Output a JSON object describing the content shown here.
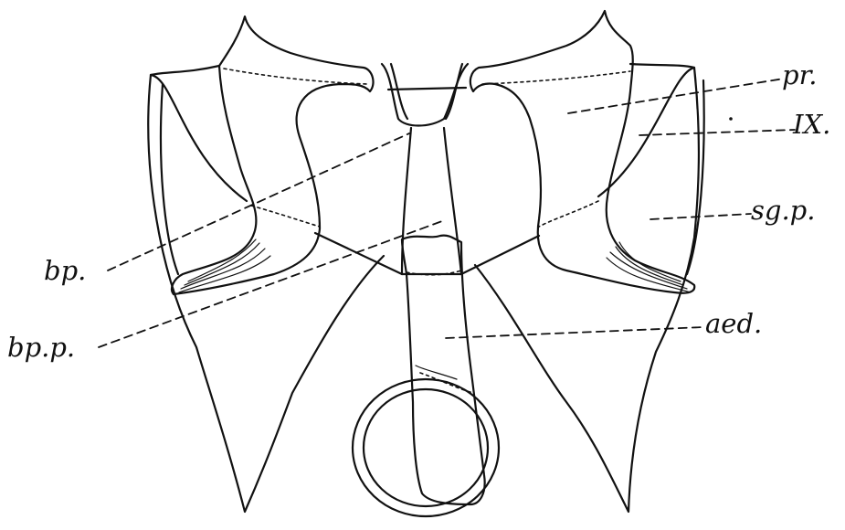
{
  "labels": {
    "pr": "pr.",
    "ix": "IX.",
    "sgp": "sg.p.",
    "bp": "bp.",
    "bpp": "bp.p.",
    "aed": "aed."
  }
}
